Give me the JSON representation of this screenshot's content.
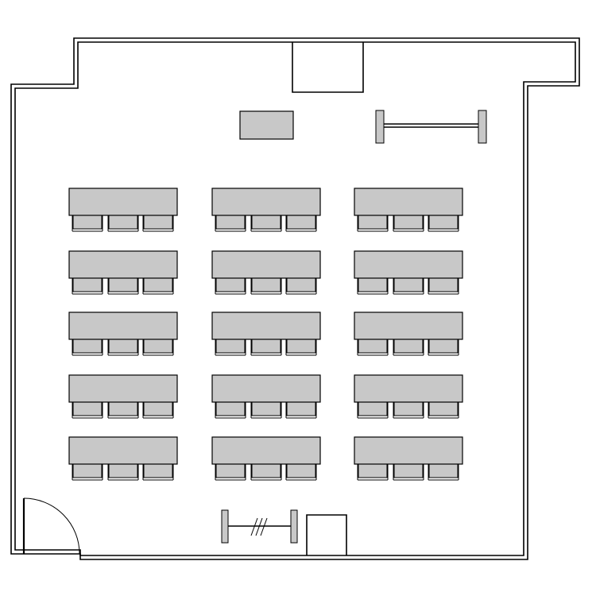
{
  "plan": {
    "desk_rows": 5,
    "desk_columns": 3,
    "chairs_per_desk": 3,
    "desk_count": 15,
    "chair_count": 45,
    "has_lectern": true,
    "has_front_screen": true,
    "has_rear_screen": true,
    "rear_screen_marked_broken": true,
    "door_count": 1
  },
  "colors": {
    "background": "#ffffff",
    "wall": "#000000",
    "furniture_fill": "#c8c8c8",
    "outline": "#000000"
  }
}
